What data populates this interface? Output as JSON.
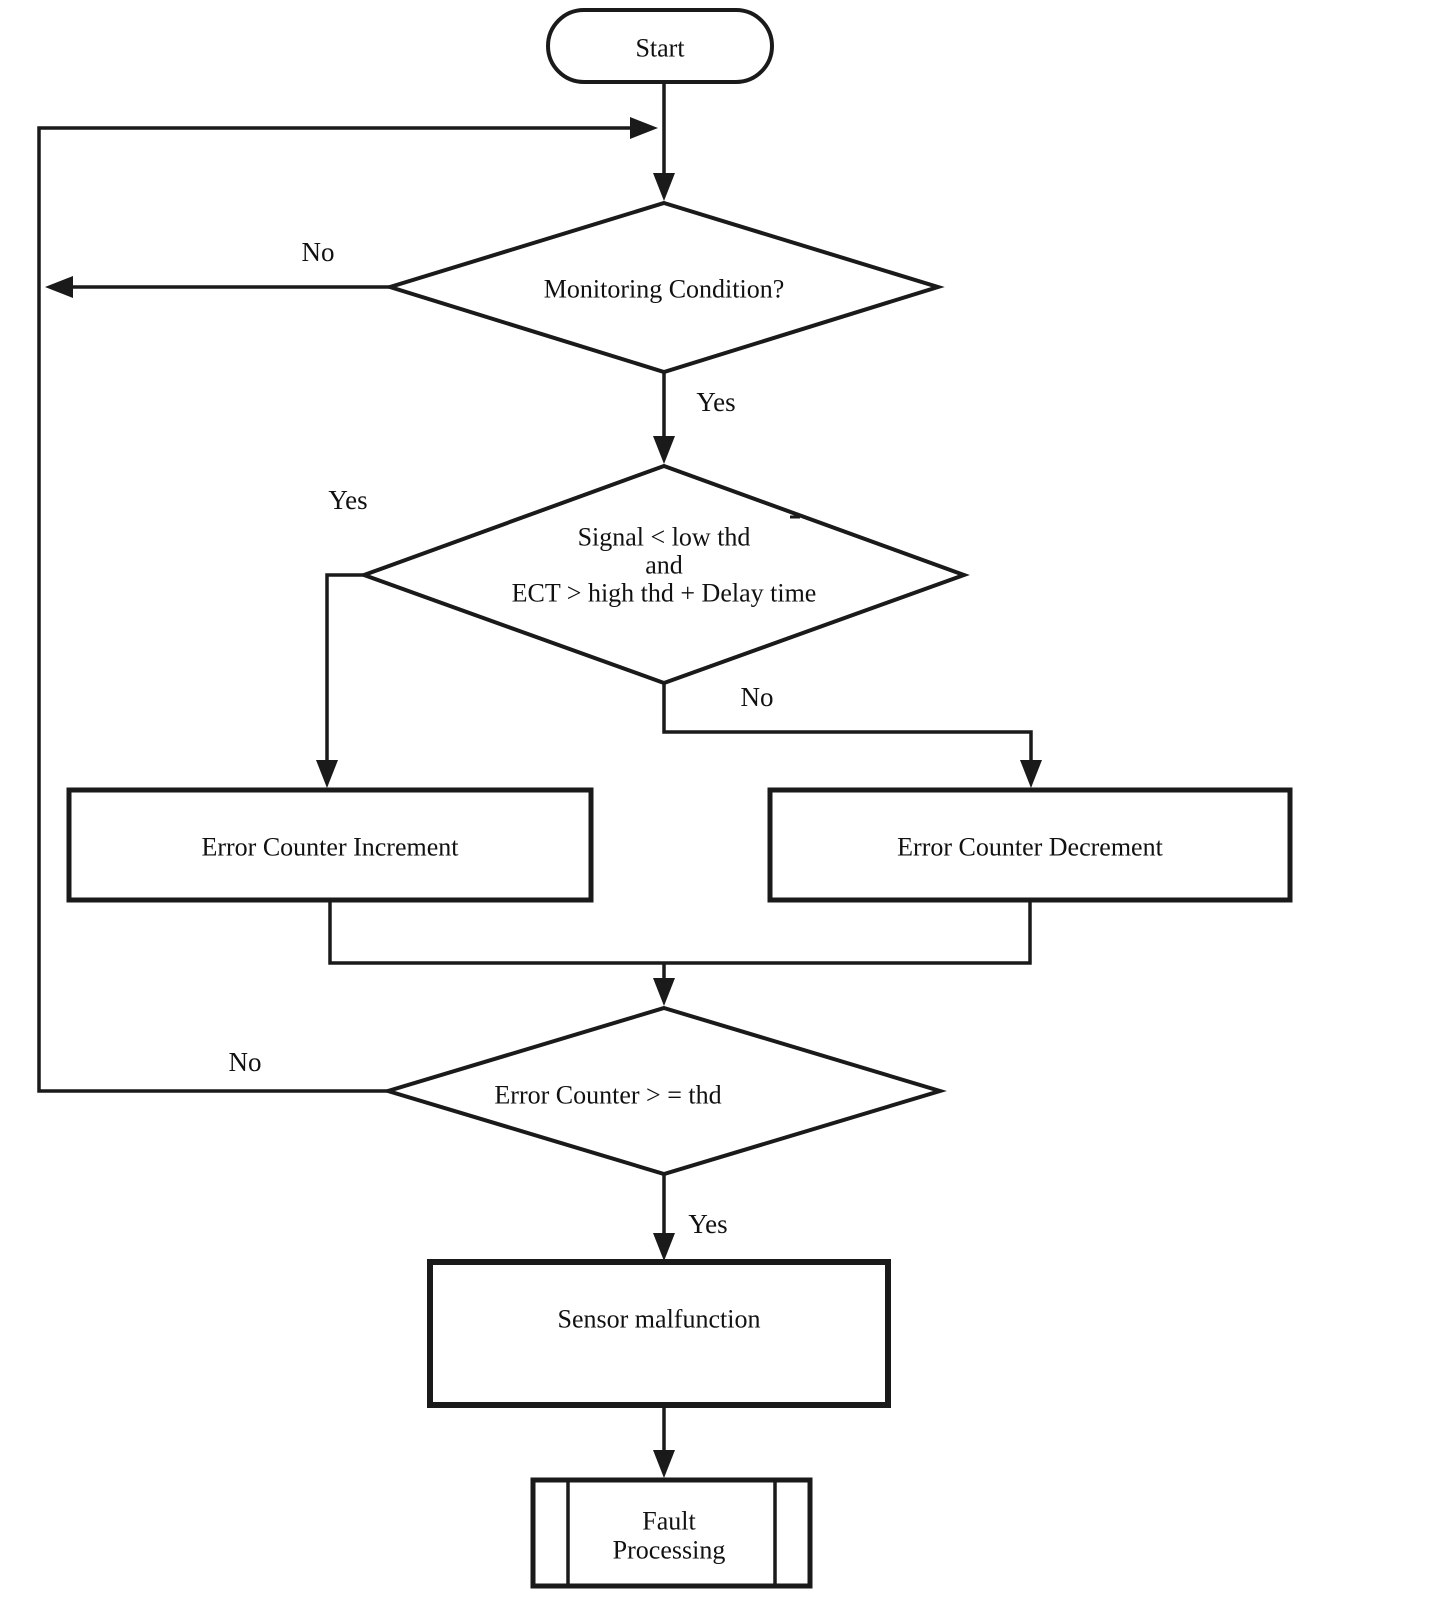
{
  "flowchart": {
    "nodes": {
      "start": {
        "label": "Start"
      },
      "monitoring_condition": {
        "label": "Monitoring Condition?"
      },
      "signal_check": {
        "line1": "Signal < low thd",
        "line2": "and",
        "line3": "ECT > high thd + Delay time"
      },
      "error_counter_increment": {
        "label": "Error Counter Increment"
      },
      "error_counter_decrement": {
        "label": "Error Counter Decrement"
      },
      "error_counter_threshold": {
        "label": "Error Counter > = thd"
      },
      "sensor_malfunction": {
        "label": "Sensor malfunction"
      },
      "fault_processing": {
        "line1": "Fault",
        "line2": "Processing"
      }
    },
    "edge_labels": {
      "monitoring_no": "No",
      "monitoring_yes": "Yes",
      "signal_yes": "Yes",
      "signal_no": "No",
      "threshold_no": "No",
      "threshold_yes": "Yes"
    },
    "colors": {
      "line": "#1a1a1a",
      "text": "#111111",
      "background": "#ffffff"
    }
  }
}
